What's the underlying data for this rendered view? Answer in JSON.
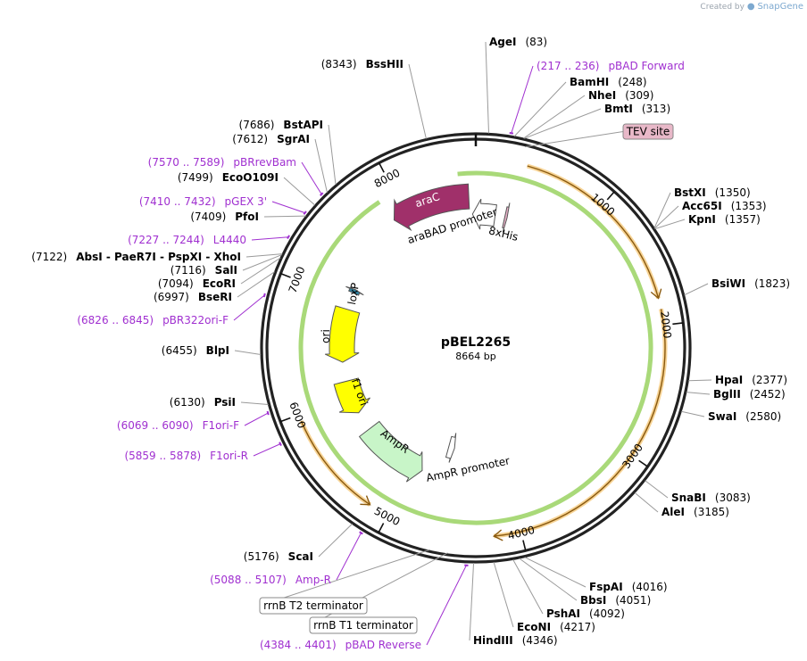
{
  "credit": {
    "prefix": "Created by",
    "brand": "SnapGene"
  },
  "map": {
    "name": "pBEL2265",
    "length_label": "8664 bp",
    "length": 8664
  },
  "ticks": [
    {
      "bp": 1000,
      "label": "1000"
    },
    {
      "bp": 2000,
      "label": "2000"
    },
    {
      "bp": 3000,
      "label": "3000"
    },
    {
      "bp": 4000,
      "label": "4000"
    },
    {
      "bp": 5000,
      "label": "5000"
    },
    {
      "bp": 6000,
      "label": "6000"
    },
    {
      "bp": 7000,
      "label": "7000"
    },
    {
      "bp": 8000,
      "label": "8000"
    }
  ],
  "sites": [
    {
      "name": "AgeI",
      "pos": "(83)",
      "bp": 83
    },
    {
      "name": "BamHI",
      "pos": "(248)",
      "bp": 248
    },
    {
      "name": "NheI",
      "pos": "(309)",
      "bp": 309
    },
    {
      "name": "BmtI",
      "pos": "(313)",
      "bp": 313
    },
    {
      "name": "BstXI",
      "pos": "(1350)",
      "bp": 1350
    },
    {
      "name": "Acc65I",
      "pos": "(1353)",
      "bp": 1353
    },
    {
      "name": "KpnI",
      "pos": "(1357)",
      "bp": 1357
    },
    {
      "name": "BsiWI",
      "pos": "(1823)",
      "bp": 1823
    },
    {
      "name": "HpaI",
      "pos": "(2377)",
      "bp": 2377
    },
    {
      "name": "BglII",
      "pos": "(2452)",
      "bp": 2452
    },
    {
      "name": "SwaI",
      "pos": "(2580)",
      "bp": 2580
    },
    {
      "name": "SnaBI",
      "pos": "(3083)",
      "bp": 3083
    },
    {
      "name": "AleI",
      "pos": "(3185)",
      "bp": 3185
    },
    {
      "name": "FspAI",
      "pos": "(4016)",
      "bp": 4016
    },
    {
      "name": "BbsI",
      "pos": "(4051)",
      "bp": 4051
    },
    {
      "name": "PshAI",
      "pos": "(4092)",
      "bp": 4092
    },
    {
      "name": "EcoNI",
      "pos": "(4217)",
      "bp": 4217
    },
    {
      "name": "HindIII",
      "pos": "(4346)",
      "bp": 4346
    },
    {
      "name": "ScaI",
      "pos": "(5176)",
      "bp": 5176
    },
    {
      "name": "PsiI",
      "pos": "(6130)",
      "bp": 6130
    },
    {
      "name": "BlpI",
      "pos": "(6455)",
      "bp": 6455
    },
    {
      "name": "BseRI",
      "pos": "(6997)",
      "bp": 6997
    },
    {
      "name": "EcoRI",
      "pos": "(7094)",
      "bp": 7094
    },
    {
      "name": "SalI",
      "pos": "(7116)",
      "bp": 7116
    },
    {
      "name": "AbsI - PaeR7I - PspXI - XhoI",
      "pos": "(7122)",
      "bp": 7122
    },
    {
      "name": "PfoI",
      "pos": "(7409)",
      "bp": 7409
    },
    {
      "name": "EcoO109I",
      "pos": "(7499)",
      "bp": 7499
    },
    {
      "name": "SgrAI",
      "pos": "(7612)",
      "bp": 7612
    },
    {
      "name": "BstAPI",
      "pos": "(7686)",
      "bp": 7686
    },
    {
      "name": "BssHII",
      "pos": "(8343)",
      "bp": 8343
    }
  ],
  "primers": [
    {
      "name": "pBAD Forward",
      "range": "(217 .. 236)",
      "bp": 226
    },
    {
      "name": "pBAD Reverse",
      "range": "(4384 .. 4401)",
      "bp": 4392
    },
    {
      "name": "Amp-R",
      "range": "(5088 .. 5107)",
      "bp": 5097
    },
    {
      "name": "F1ori-R",
      "range": "(5859 .. 5878)",
      "bp": 5868
    },
    {
      "name": "F1ori-F",
      "range": "(6069 .. 6090)",
      "bp": 6079
    },
    {
      "name": "pBR322ori-F",
      "range": "(6826 .. 6845)",
      "bp": 6835
    },
    {
      "name": "L4440",
      "range": "(7227 .. 7244)",
      "bp": 7235
    },
    {
      "name": "pGEX 3'",
      "range": "(7410 .. 7432)",
      "bp": 7421
    },
    {
      "name": "pBRrevBam",
      "range": "(7570 .. 7589)",
      "bp": 7579
    }
  ],
  "boxed_features": [
    {
      "name": "TEV site",
      "bp": 330,
      "style": "pink"
    },
    {
      "name": "rrnB T2 terminator",
      "bp": 4640,
      "style": "plain"
    },
    {
      "name": "rrnB T1 terminator",
      "bp": 4520,
      "style": "plain"
    }
  ],
  "features": [
    {
      "name": "araC",
      "start": 7880,
      "end": 8600,
      "dir": "ccw",
      "color": "#a0306a",
      "text_color": "#ffffff"
    },
    {
      "name": "araBAD promoter",
      "start": 8630,
      "end": 200,
      "dir": "ccw",
      "color": "#ffffff",
      "text_color": "#000000"
    },
    {
      "name": "8xHis",
      "start": 300,
      "end": 325,
      "dir": "cw",
      "color": "#e8b0c8",
      "text_color": "#000000"
    },
    {
      "name": "AmpR",
      "start": 4900,
      "end": 5600,
      "dir": "ccw",
      "color": "#c8f5c8",
      "text_color": "#000000"
    },
    {
      "name": "AmpR promoter",
      "start": 4620,
      "end": 4700,
      "dir": "ccw",
      "color": "#ffffff",
      "text_color": "#000000"
    },
    {
      "name": "f1 ori",
      "start": 5800,
      "end": 6150,
      "dir": "ccw",
      "color": "#ffff00",
      "text_color": "#000000"
    },
    {
      "name": "ori",
      "start": 6350,
      "end": 6900,
      "dir": "ccw",
      "color": "#ffff00",
      "text_color": "#000000"
    },
    {
      "name": "loxP",
      "start": 7080,
      "end": 7120,
      "dir": "cw",
      "color": "#2c7f9e",
      "text_color": "#000000"
    }
  ],
  "orange_arcs": [
    {
      "start": 380,
      "end": 1800
    },
    {
      "start": 1880,
      "end": 4200
    },
    {
      "start": 5150,
      "end": 5950
    }
  ],
  "colors": {
    "backbone": "#222222",
    "primer": "#a030d0",
    "leader": "#9a9a9a",
    "orange": "#f0b040",
    "green_outline": "#70c020",
    "tev_fill": "#e8b8c8"
  }
}
